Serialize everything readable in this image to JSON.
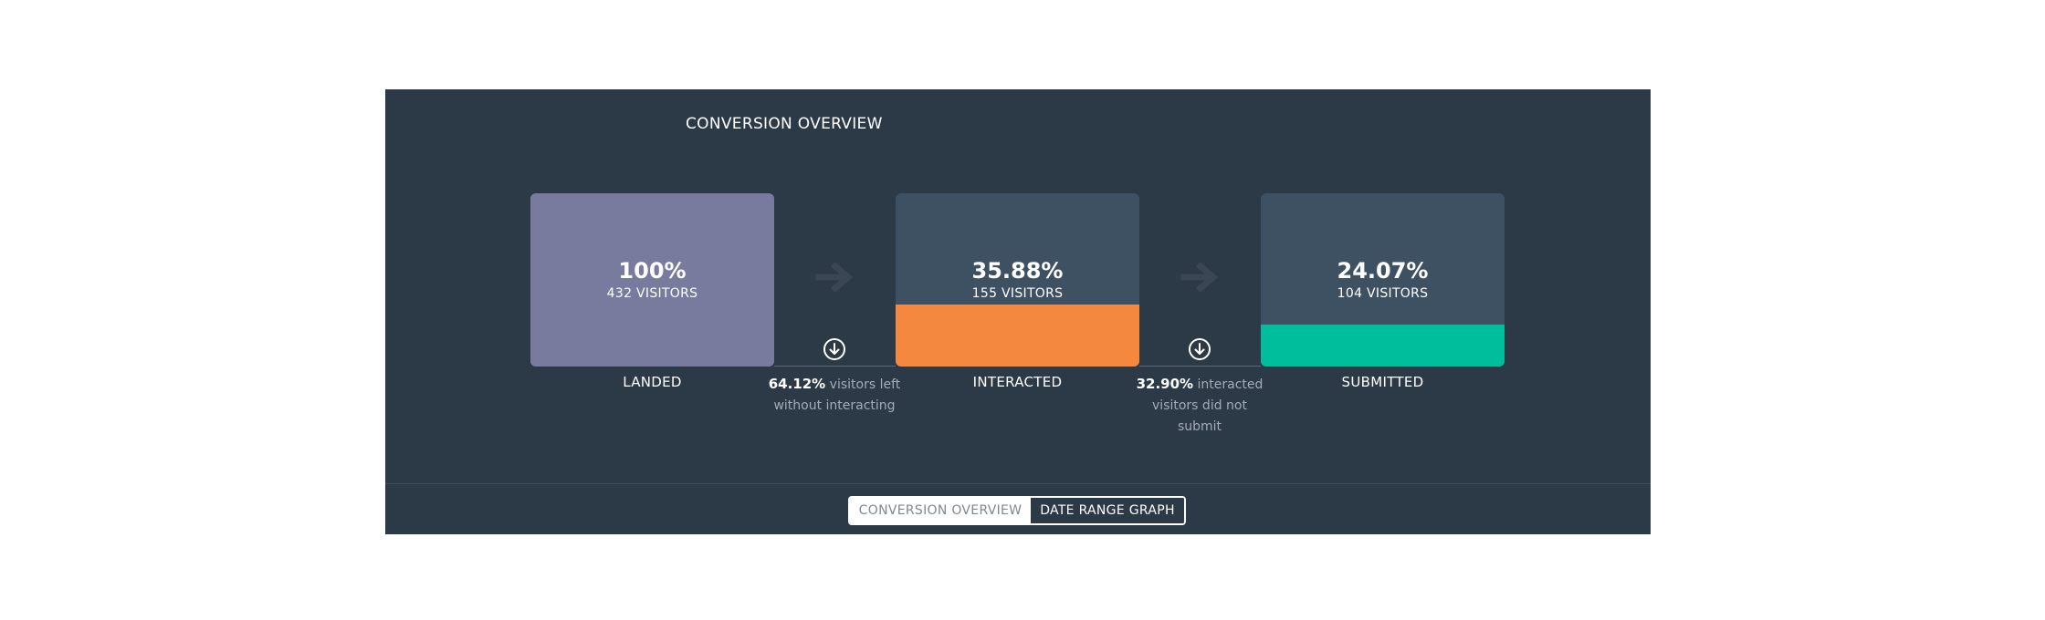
{
  "panel": {
    "title": "CONVERSION OVERVIEW"
  },
  "stages": [
    {
      "label": "LANDED",
      "percent": "100%",
      "visitors": "432 VISITORS",
      "fill_fraction": 1.0,
      "fill_color": "#787b9e"
    },
    {
      "label": "INTERACTED",
      "percent": "35.88%",
      "visitors": "155 VISITORS",
      "fill_fraction": 0.3588,
      "fill_color": "#f5883f"
    },
    {
      "label": "SUBMITTED",
      "percent": "24.07%",
      "visitors": "104 VISITORS",
      "fill_fraction": 0.2407,
      "fill_color": "#00bd9b"
    }
  ],
  "dropoffs": [
    {
      "percent": "64.12%",
      "text": "visitors left without interacting"
    },
    {
      "percent": "32.90%",
      "text": "interacted visitors did not submit"
    }
  ],
  "icons": {
    "step_arrow": "arrow-right-icon",
    "dropoff": "arrow-down-circle-icon"
  },
  "tabs": [
    {
      "label": "CONVERSION OVERVIEW",
      "active": true
    },
    {
      "label": "DATE RANGE GRAPH",
      "active": false
    }
  ],
  "colors": {
    "panel_bg": "#2c3946",
    "stage_bg": "#3e5162",
    "arrow": "#3a4654"
  }
}
